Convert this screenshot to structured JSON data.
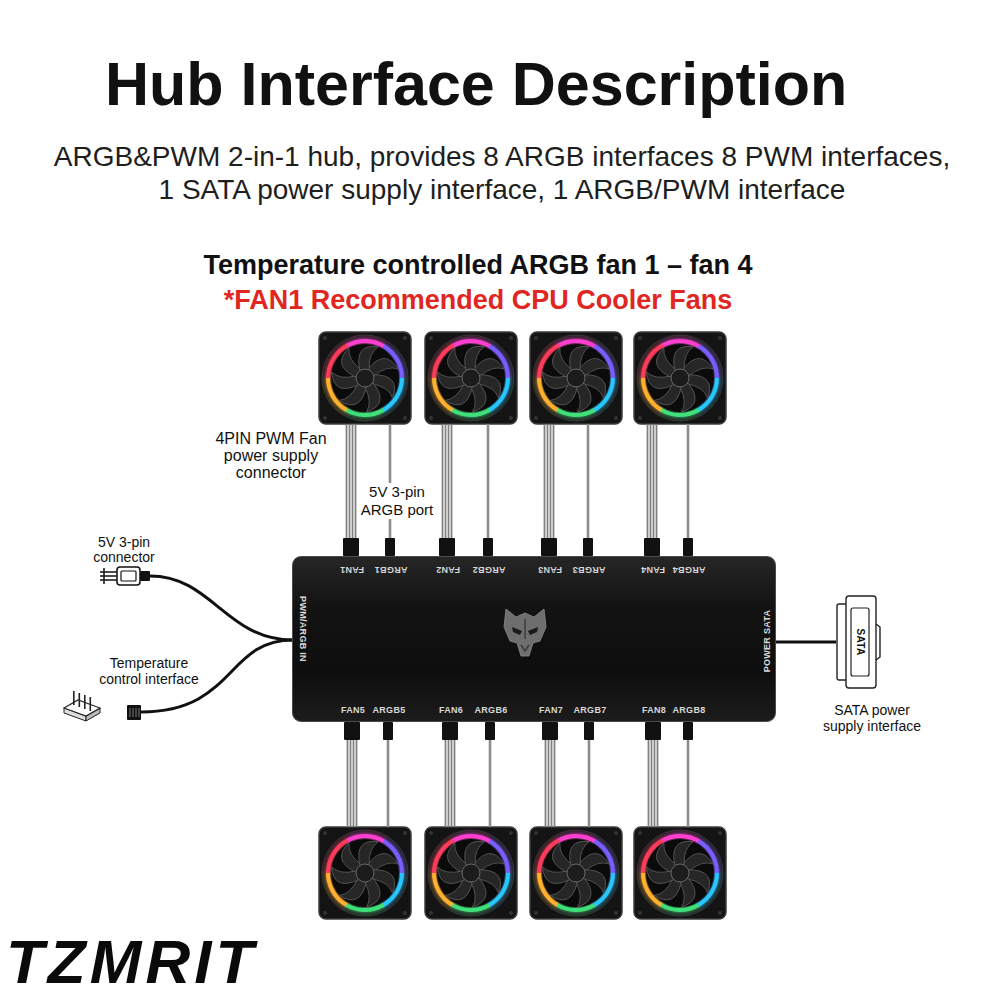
{
  "diagram": {
    "title": "Hub Interface Description",
    "nodes": [
      {
        "text": [
          "FAN1",
          "ARGB1",
          "FAN2",
          "ARGB2",
          "FAN3",
          "ARGB3",
          "FAN4",
          "ARGB4",
          "PWM/ARGB IN",
          "POWER SATA",
          "FAN5",
          "ARGB5",
          "FAN6",
          "ARGB6",
          "FAN7",
          "ARGB7",
          "FAN8",
          "ARGB8"
        ]
      },
      {
        "text": [
          "SATA"
        ]
      }
    ],
    "edges": [
      {
        "from": 0,
        "to": 1,
        "arrow": "none"
      }
    ],
    "labels": [
      "ARGB&PWM 2-in-1 hub, provides 8 ARGB interfaces 8 PWM interfaces, 1 SATA power supply interface, 1 ARGB/PWM interface",
      "Temperature controlled ARGB fan 1 – fan 4",
      "*FAN1 Recommended CPU Cooler Fans",
      "4PIN PWM Fan power supply connector",
      "5V 3-pin ARGB port",
      "5V 3-pin connector",
      "Temperature control interface",
      "SATA power supply interface",
      "TZMRIT"
    ]
  }
}
